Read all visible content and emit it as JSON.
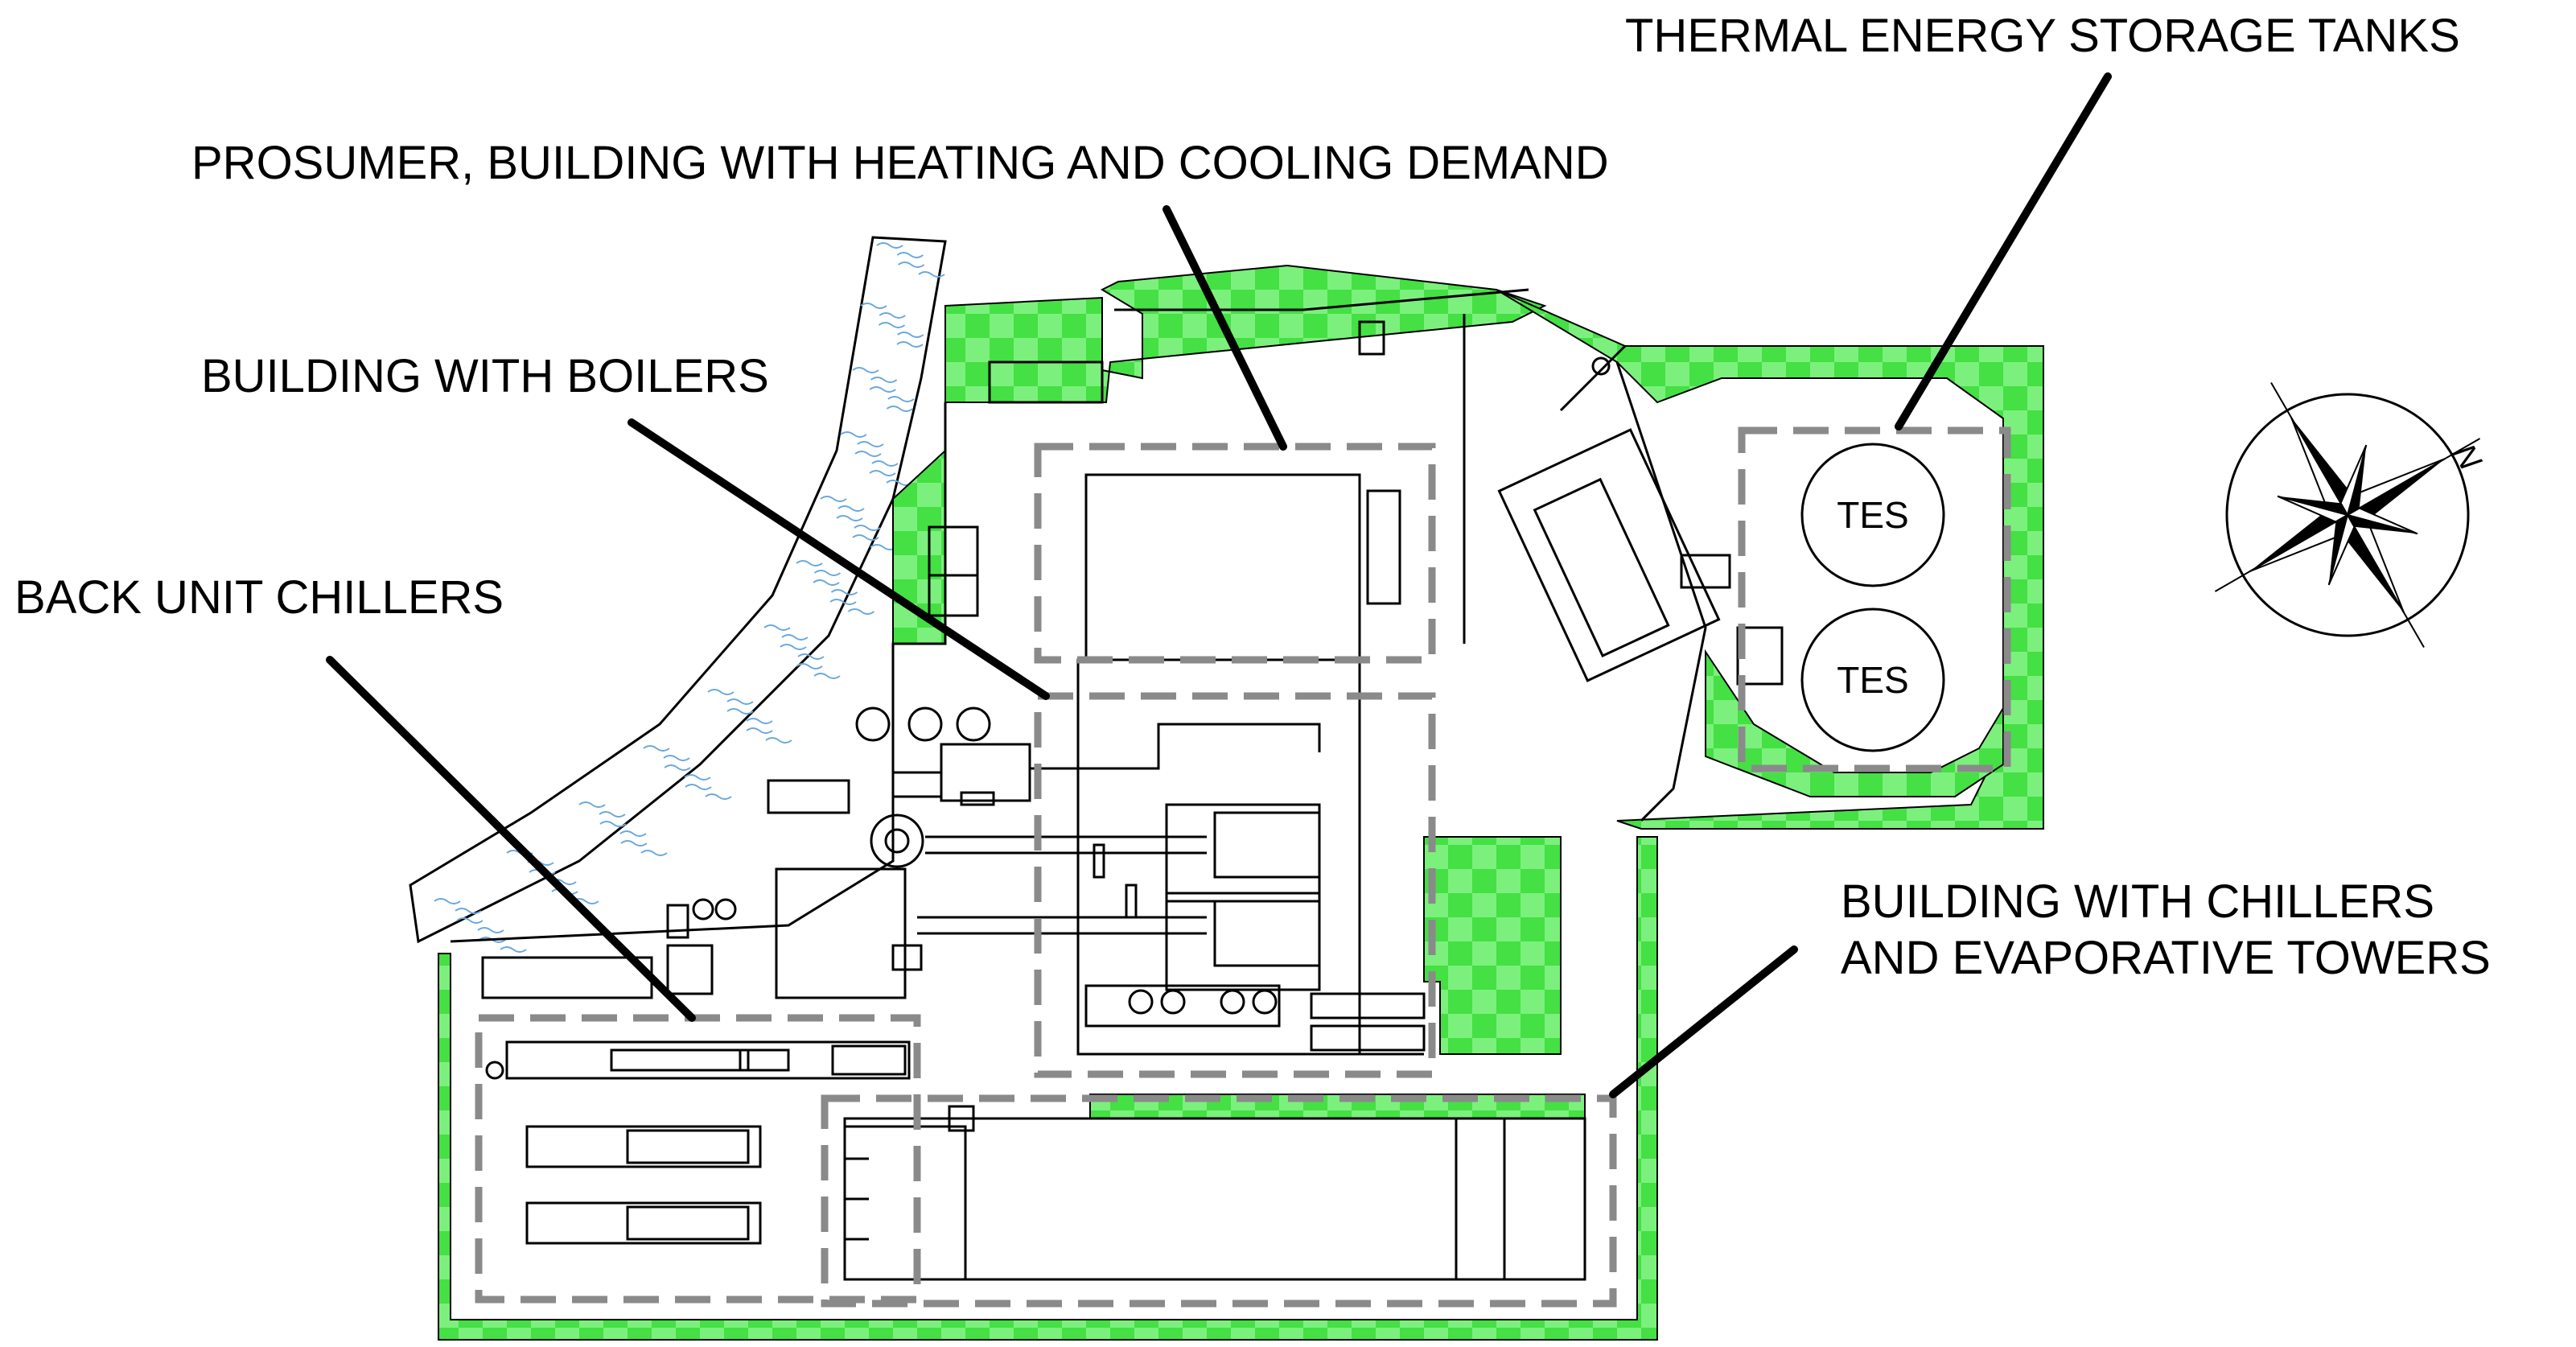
{
  "labels": {
    "thermal_storage": "THERMAL ENERGY STORAGE TANKS",
    "prosumer": "PROSUMER, BUILDING WITH HEATING AND COOLING DEMAND",
    "boilers": "BUILDING WITH BOILERS",
    "back_chillers": "BACK UNIT CHILLERS",
    "chillers_towers_line1": "BUILDING WITH CHILLERS",
    "chillers_towers_line2": "AND EVAPORATIVE TOWERS"
  },
  "tanks": [
    "TES",
    "TES"
  ],
  "compass": {
    "north": "N"
  },
  "colors": {
    "green": "#3ee03e",
    "green_light": "#7cf07c",
    "dash": "#8a8a8a",
    "line": "#000000",
    "water": "#5aa0d8"
  }
}
